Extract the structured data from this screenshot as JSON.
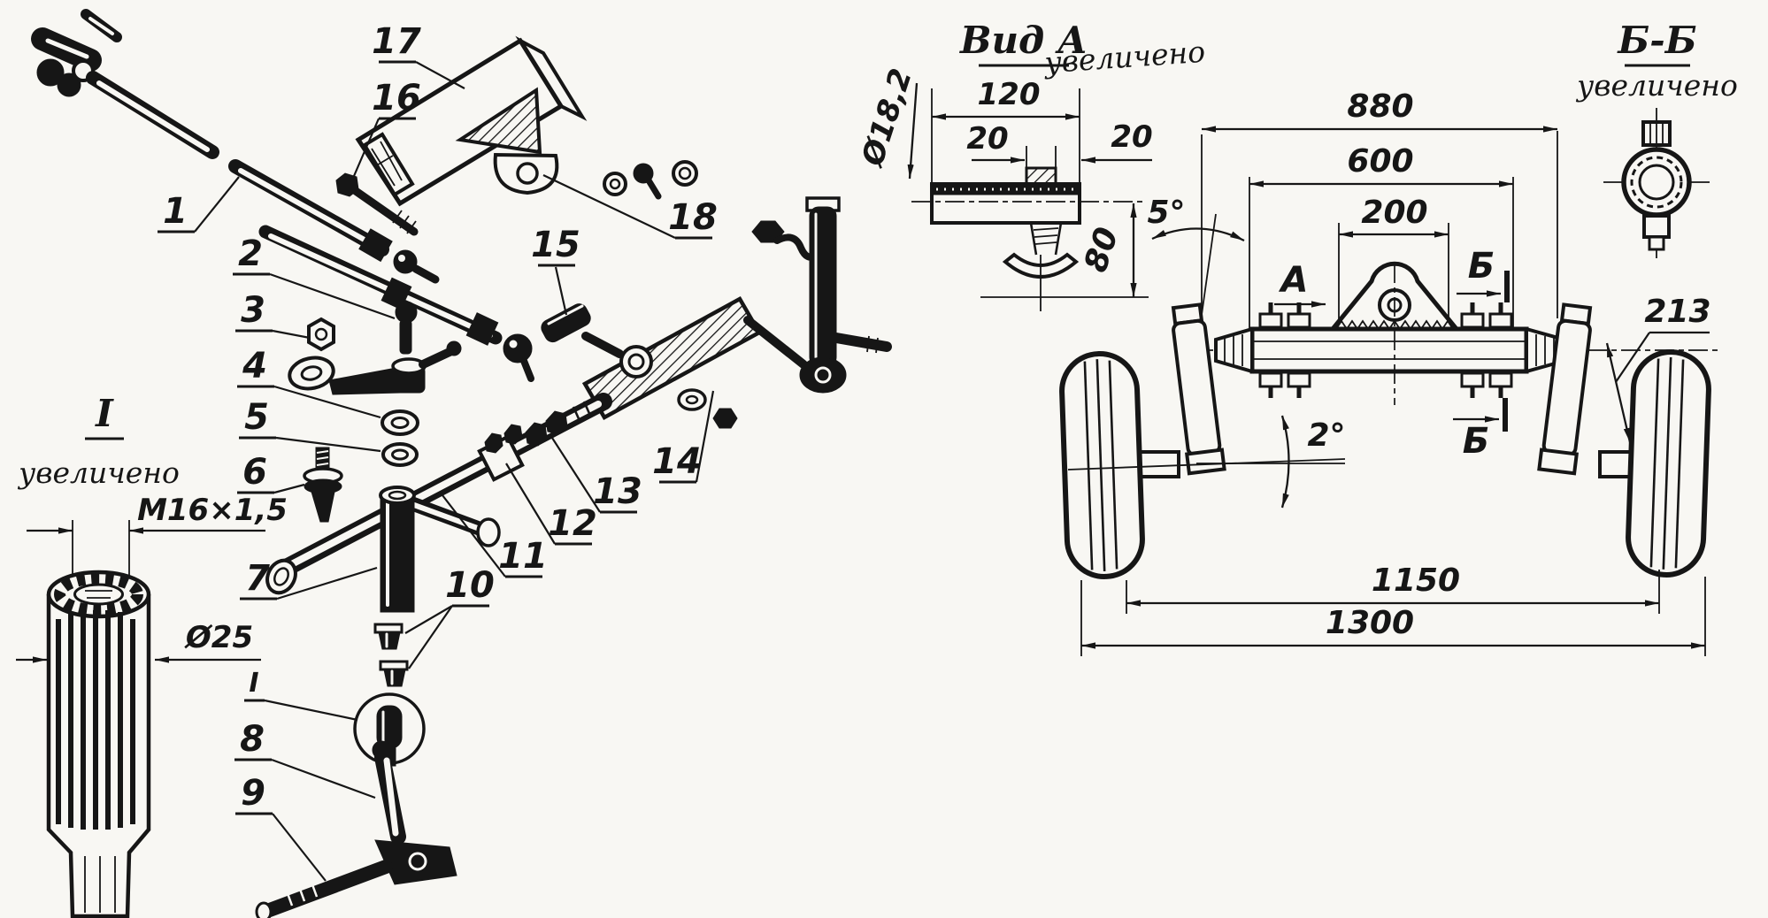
{
  "colors": {
    "paper": "#f8f7f3",
    "ink": "#161616"
  },
  "callouts": [
    {
      "n": "1"
    },
    {
      "n": "2"
    },
    {
      "n": "3"
    },
    {
      "n": "4"
    },
    {
      "n": "5"
    },
    {
      "n": "6"
    },
    {
      "n": "7"
    },
    {
      "n": "8"
    },
    {
      "n": "9"
    },
    {
      "n": "10"
    },
    {
      "n": "11"
    },
    {
      "n": "12"
    },
    {
      "n": "13"
    },
    {
      "n": "14"
    },
    {
      "n": "15"
    },
    {
      "n": "16"
    },
    {
      "n": "17"
    },
    {
      "n": "18"
    }
  ],
  "detail_I": {
    "title": "I",
    "marker": "I",
    "note": "увеличено",
    "thread_dim": "M16×1,5",
    "dia_dim": "Ø25"
  },
  "view_A": {
    "title": "Вид А",
    "note": "увеличено",
    "dim_120": "120",
    "dim_20_left": "20",
    "dim_20_right": "20",
    "dim_dia": "Ø18,2",
    "dim_80": "80",
    "angle_5": "5°"
  },
  "section_BB": {
    "title": "Б-Б",
    "note": "увеличено"
  },
  "axle_view": {
    "dim_880": "880",
    "dim_600": "600",
    "dim_200": "200",
    "dim_213": "213",
    "dim_1150": "1150",
    "dim_1300": "1300",
    "angle_2": "2°",
    "sec_A": "А",
    "sec_B_top": "Б",
    "sec_B_bottom": "Б"
  }
}
